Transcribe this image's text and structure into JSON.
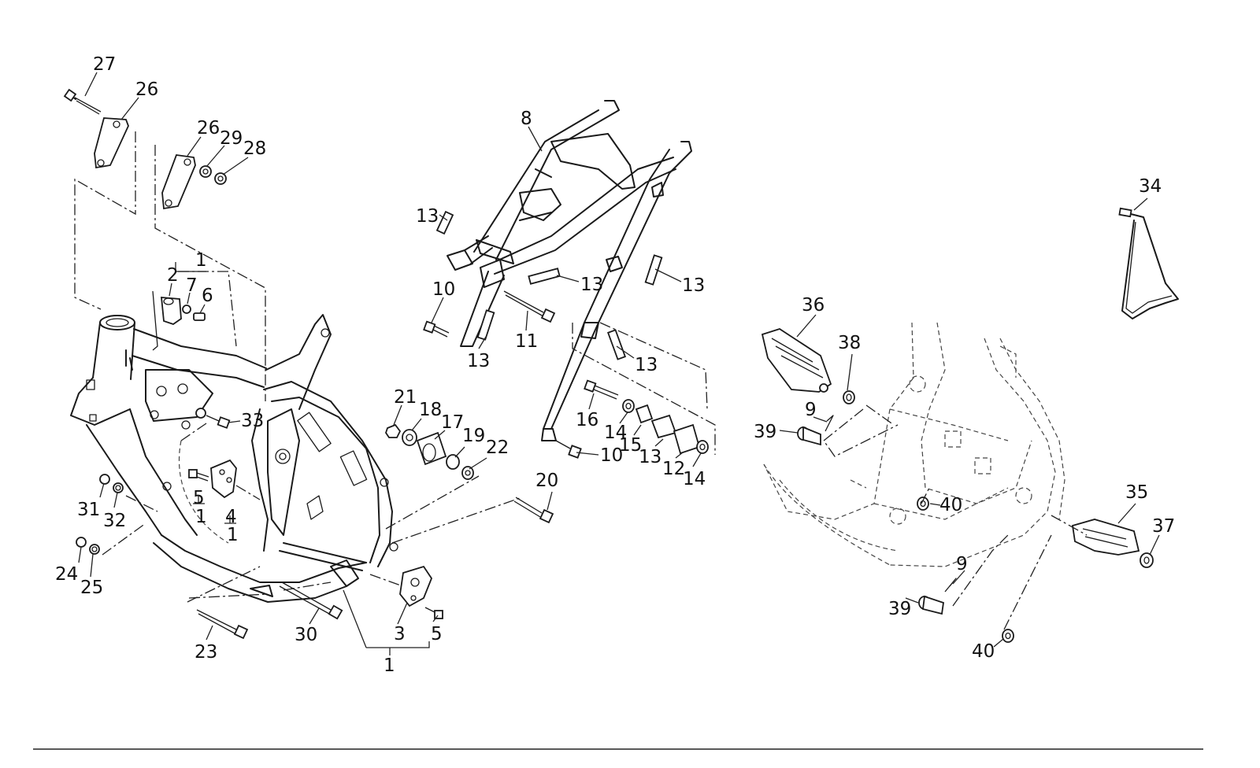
{
  "diagram": {
    "callouts": [
      {
        "id": "c27",
        "text": "27"
      },
      {
        "id": "c26a",
        "text": "26"
      },
      {
        "id": "c26b",
        "text": "26"
      },
      {
        "id": "c29",
        "text": "29"
      },
      {
        "id": "c28",
        "text": "28"
      },
      {
        "id": "c1a",
        "text": "1"
      },
      {
        "id": "c2",
        "text": "2"
      },
      {
        "id": "c7",
        "text": "7"
      },
      {
        "id": "c6",
        "text": "6"
      },
      {
        "id": "c33",
        "text": "33"
      },
      {
        "id": "c5a",
        "text": "5"
      },
      {
        "id": "c1b",
        "text": "1"
      },
      {
        "id": "c4",
        "text": "4"
      },
      {
        "id": "c1c",
        "text": "1"
      },
      {
        "id": "c31",
        "text": "31"
      },
      {
        "id": "c32",
        "text": "32"
      },
      {
        "id": "c24",
        "text": "24"
      },
      {
        "id": "c25",
        "text": "25"
      },
      {
        "id": "c23",
        "text": "23"
      },
      {
        "id": "c30",
        "text": "30"
      },
      {
        "id": "c3",
        "text": "3"
      },
      {
        "id": "c5b",
        "text": "5"
      },
      {
        "id": "c1d",
        "text": "1"
      },
      {
        "id": "c8",
        "text": "8"
      },
      {
        "id": "c13a",
        "text": "13"
      },
      {
        "id": "c10a",
        "text": "10"
      },
      {
        "id": "c13b",
        "text": "13"
      },
      {
        "id": "c13c",
        "text": "13"
      },
      {
        "id": "c11",
        "text": "11"
      },
      {
        "id": "c13d",
        "text": "13"
      },
      {
        "id": "c13e",
        "text": "13"
      },
      {
        "id": "c21",
        "text": "21"
      },
      {
        "id": "c18",
        "text": "18"
      },
      {
        "id": "c17",
        "text": "17"
      },
      {
        "id": "c19",
        "text": "19"
      },
      {
        "id": "c22",
        "text": "22"
      },
      {
        "id": "c16",
        "text": "16"
      },
      {
        "id": "c14a",
        "text": "14"
      },
      {
        "id": "c15",
        "text": "15"
      },
      {
        "id": "c13f",
        "text": "13"
      },
      {
        "id": "c10b",
        "text": "10"
      },
      {
        "id": "c12",
        "text": "12"
      },
      {
        "id": "c14b",
        "text": "14"
      },
      {
        "id": "c20",
        "text": "20"
      },
      {
        "id": "c34",
        "text": "34"
      },
      {
        "id": "c36",
        "text": "36"
      },
      {
        "id": "c38",
        "text": "38"
      },
      {
        "id": "c9a",
        "text": "9"
      },
      {
        "id": "c39a",
        "text": "39"
      },
      {
        "id": "c40a",
        "text": "40"
      },
      {
        "id": "c35",
        "text": "35"
      },
      {
        "id": "c37",
        "text": "37"
      },
      {
        "id": "c9b",
        "text": "9"
      },
      {
        "id": "c39b",
        "text": "39"
      },
      {
        "id": "c40b",
        "text": "40"
      }
    ]
  }
}
